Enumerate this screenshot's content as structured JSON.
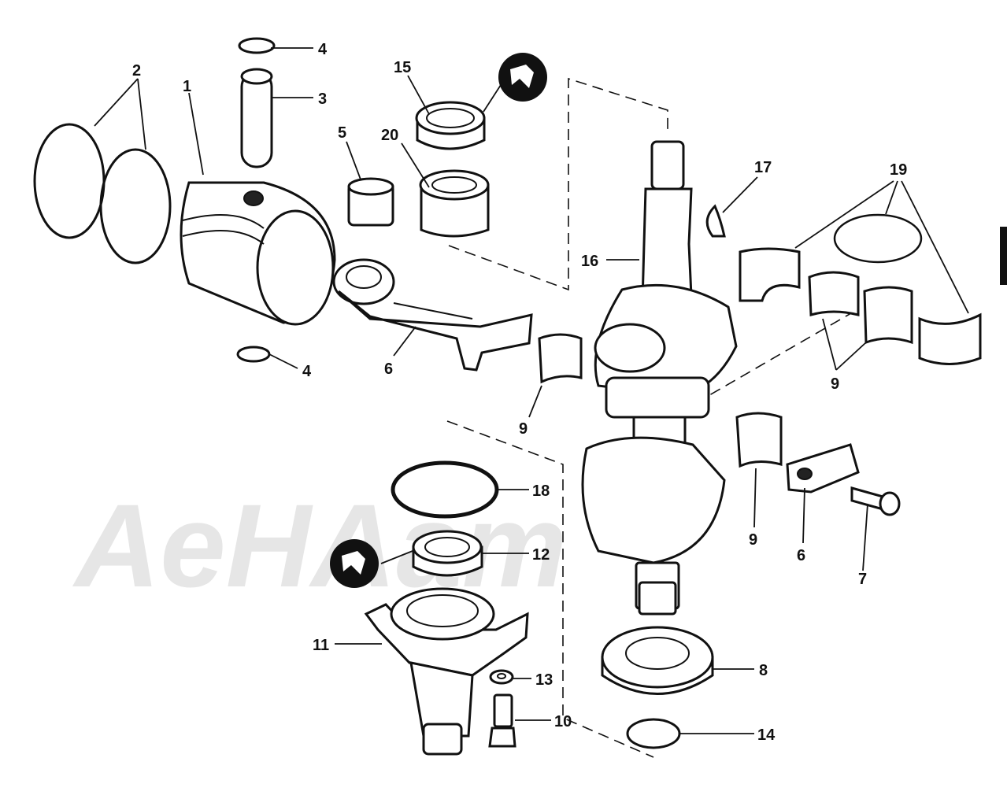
{
  "watermark": {
    "text": "AeHAam"
  },
  "callouts": [
    {
      "id": "c1",
      "text": "1"
    },
    {
      "id": "c2",
      "text": "2"
    },
    {
      "id": "c3",
      "text": "3"
    },
    {
      "id": "c4a",
      "text": "4"
    },
    {
      "id": "c4b",
      "text": "4"
    },
    {
      "id": "c5",
      "text": "5"
    },
    {
      "id": "c6a",
      "text": "6"
    },
    {
      "id": "c6b",
      "text": "6"
    },
    {
      "id": "c7",
      "text": "7"
    },
    {
      "id": "c8",
      "text": "8"
    },
    {
      "id": "c9a",
      "text": "9"
    },
    {
      "id": "c9b",
      "text": "9"
    },
    {
      "id": "c9c",
      "text": "9"
    },
    {
      "id": "c10",
      "text": "10"
    },
    {
      "id": "c11",
      "text": "11"
    },
    {
      "id": "c12",
      "text": "12"
    },
    {
      "id": "c13",
      "text": "13"
    },
    {
      "id": "c14",
      "text": "14"
    },
    {
      "id": "c15",
      "text": "15"
    },
    {
      "id": "c16",
      "text": "16"
    },
    {
      "id": "c17",
      "text": "17"
    },
    {
      "id": "c18",
      "text": "18"
    },
    {
      "id": "c19",
      "text": "19"
    },
    {
      "id": "c20",
      "text": "20"
    }
  ],
  "icons": {
    "sealant_badge": "sealant-icon"
  }
}
